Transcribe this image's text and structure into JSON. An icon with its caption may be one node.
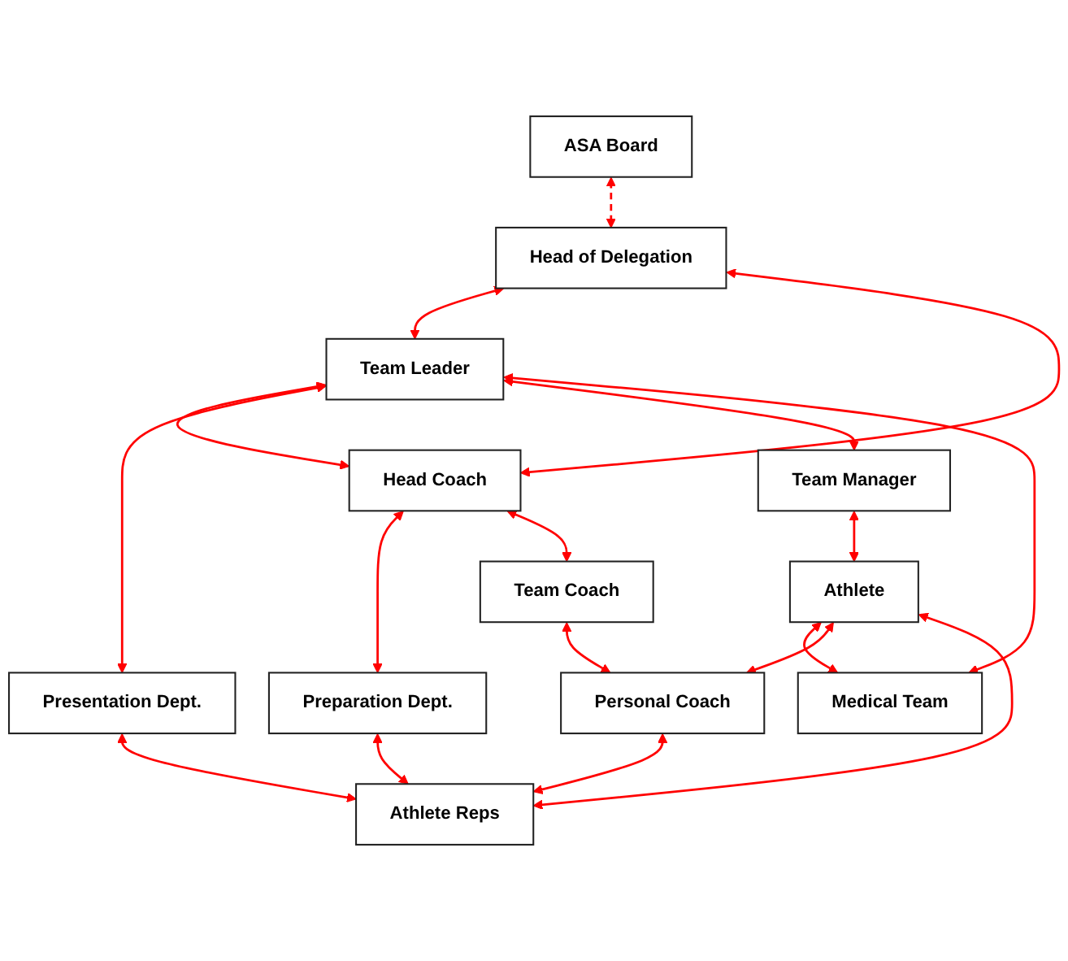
{
  "diagram": {
    "nodes": [
      {
        "text": [
          "ASA Board"
        ]
      },
      {
        "text": [
          "Head of Delegation"
        ]
      },
      {
        "text": [
          "Team Leader"
        ]
      },
      {
        "text": [
          "Head Coach"
        ]
      },
      {
        "text": [
          "Presentation Dept."
        ]
      },
      {
        "text": [
          "Preparation Dept."
        ]
      },
      {
        "text": [
          "Team Manager"
        ]
      },
      {
        "text": [
          "Team Coach"
        ]
      },
      {
        "text": [
          "Athlete"
        ]
      },
      {
        "text": [
          "Personal Coach"
        ]
      },
      {
        "text": [
          "Medical Team"
        ]
      },
      {
        "text": [
          "Athlete Reps"
        ]
      }
    ],
    "edges": [
      {
        "from": 1,
        "to": 0,
        "arrow": "both",
        "style": "dashed"
      },
      {
        "from": 1,
        "to": 2,
        "arrow": "both"
      },
      {
        "from": 1,
        "to": 3,
        "arrow": "both"
      },
      {
        "from": 2,
        "to": 3,
        "arrow": "both"
      },
      {
        "from": 2,
        "to": 4,
        "arrow": "both"
      },
      {
        "from": 2,
        "to": 6,
        "arrow": "both"
      },
      {
        "from": 2,
        "to": 10,
        "arrow": "both"
      },
      {
        "from": 3,
        "to": 5,
        "arrow": "both"
      },
      {
        "from": 3,
        "to": 7,
        "arrow": "both"
      },
      {
        "from": 6,
        "to": 8,
        "arrow": "both"
      },
      {
        "from": 7,
        "to": 9,
        "arrow": "both"
      },
      {
        "from": 8,
        "to": 10,
        "arrow": "both"
      },
      {
        "from": 8,
        "to": 9,
        "arrow": "both"
      },
      {
        "from": 11,
        "to": 4,
        "arrow": "both"
      },
      {
        "from": 11,
        "to": 5,
        "arrow": "both"
      },
      {
        "from": 11,
        "to": 8,
        "arrow": "both"
      },
      {
        "from": 11,
        "to": 9,
        "arrow": "both"
      }
    ]
  }
}
